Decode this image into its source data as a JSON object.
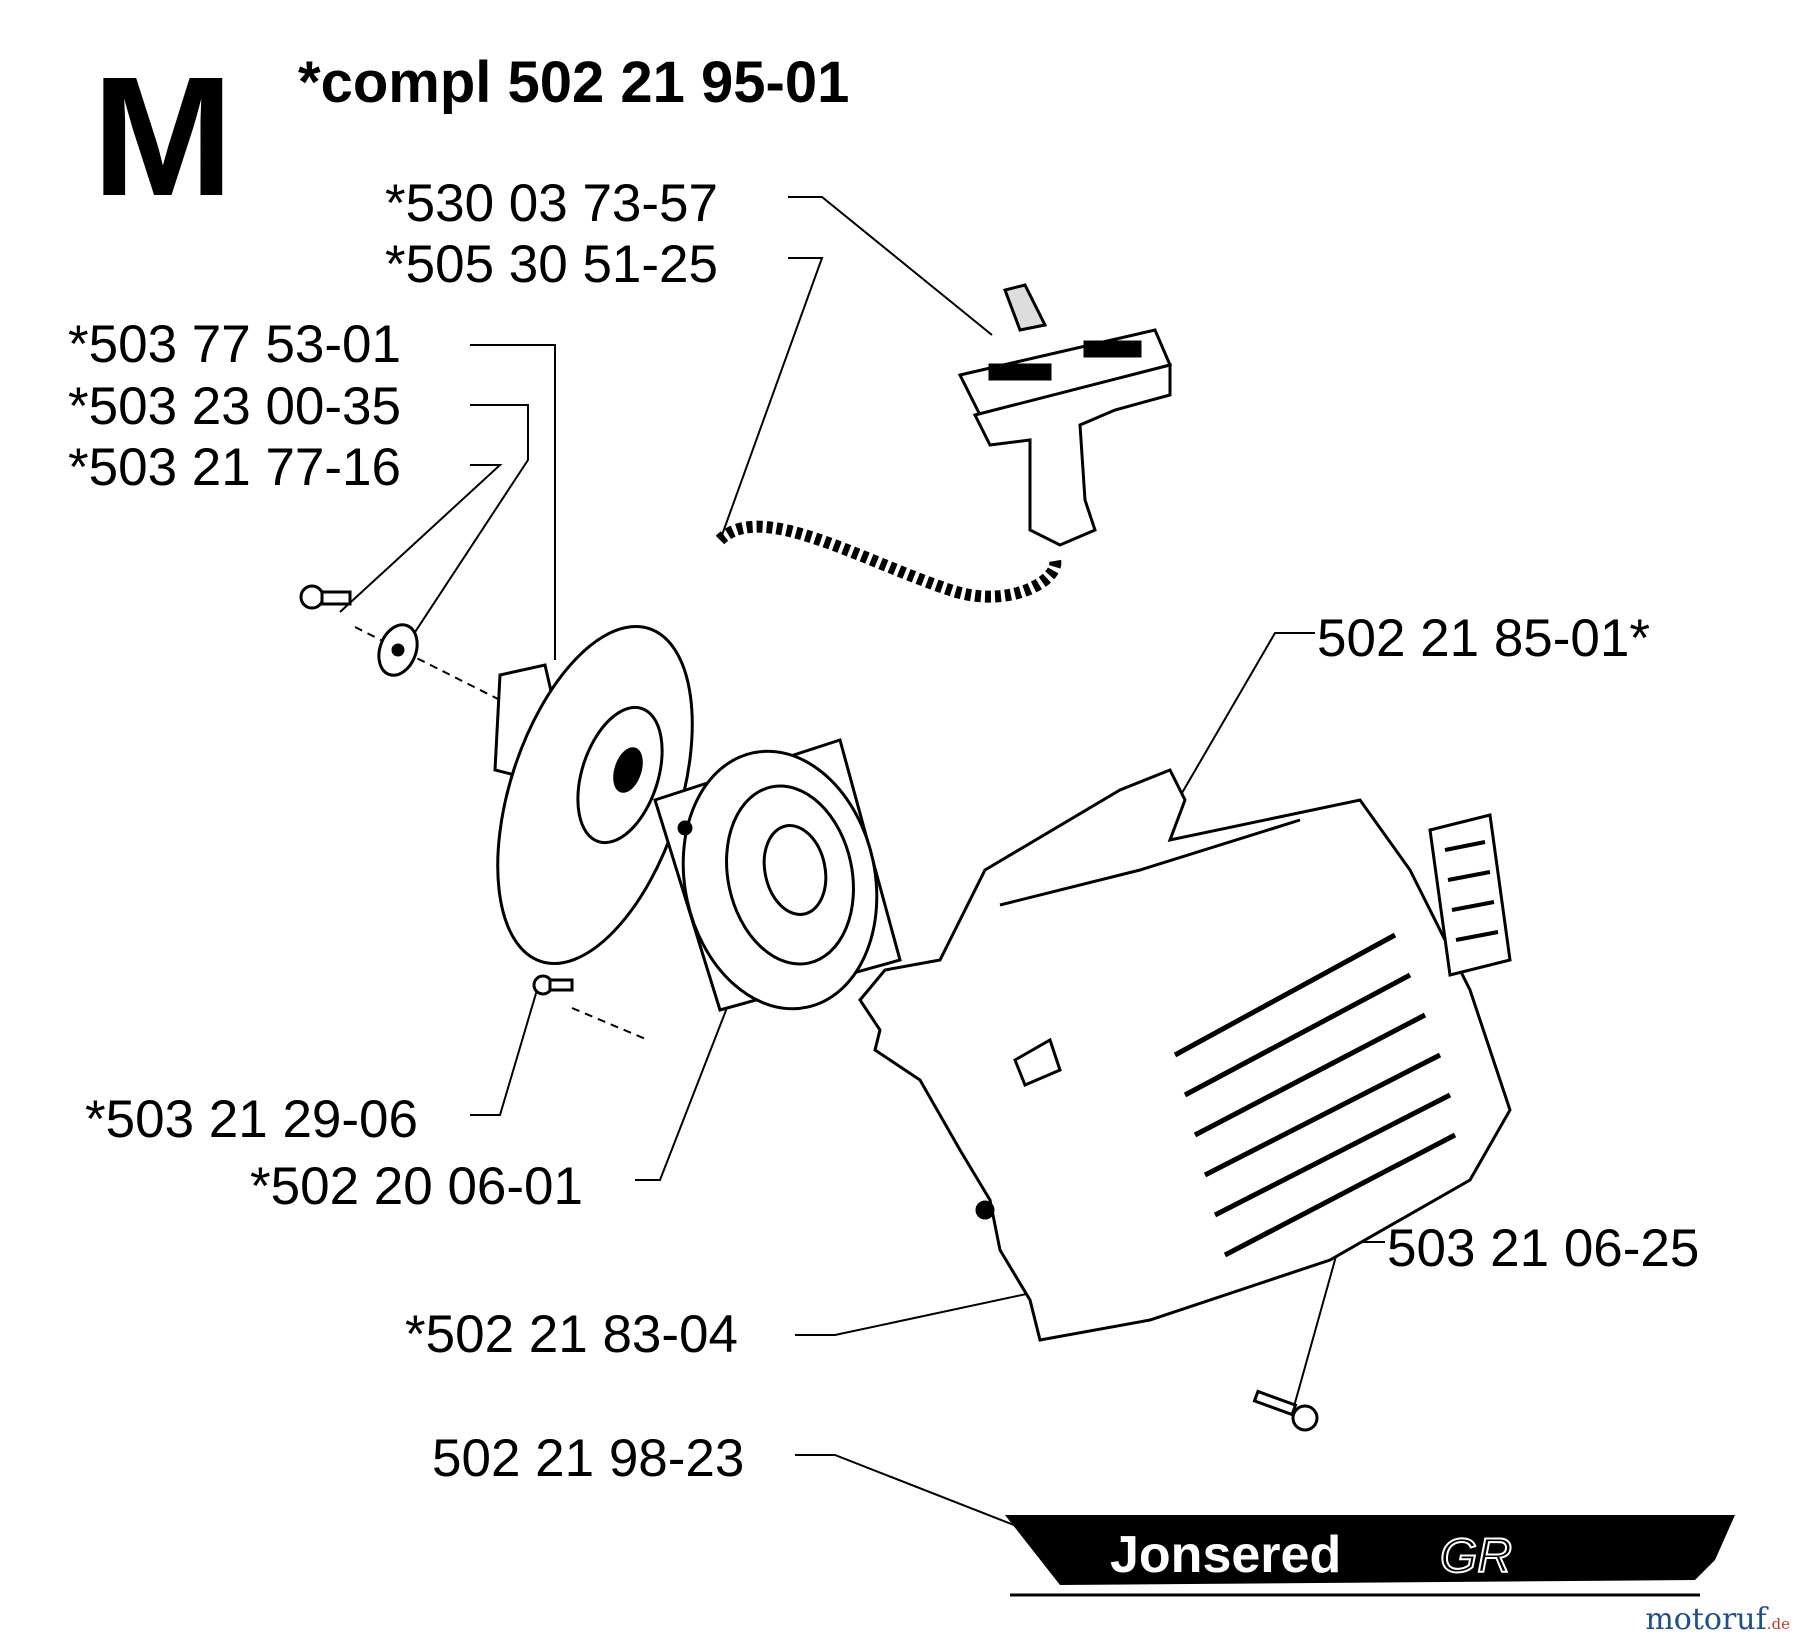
{
  "diagram": {
    "section_letter": "M",
    "assembly_label": "*compl 502 21 95-01",
    "parts": [
      {
        "id": "handle-part-label",
        "number": "*530 03 73-57"
      },
      {
        "id": "rope-part-label",
        "number": "*505 30 51-25"
      },
      {
        "id": "pulley-part-label",
        "number": "*503 77 53-01"
      },
      {
        "id": "washer-part-label",
        "number": "*503 23 00-35"
      },
      {
        "id": "center-screw-part-label",
        "number": "*503 21 77-16"
      },
      {
        "id": "housing-part-label",
        "number": "502 21 85-01*"
      },
      {
        "id": "spring-screw-part-label",
        "number": "*503 21 29-06"
      },
      {
        "id": "spring-cassette-part-label",
        "number": "*502 20 06-01"
      },
      {
        "id": "cover-screw-part-label",
        "number": "503 21 06-25"
      },
      {
        "id": "starter-cover-part-label",
        "number": "*502 21 83-04"
      },
      {
        "id": "decal-part-label",
        "number": "502 21 98-23"
      }
    ],
    "decal": {
      "brand": "Jonsered",
      "model": "GR"
    }
  },
  "watermark": {
    "text": "motoruf",
    "suffix": ".de"
  },
  "colors": {
    "ink": "#000000",
    "watermark_blue": "#1f4f8f",
    "watermark_red": "#c0392b"
  }
}
